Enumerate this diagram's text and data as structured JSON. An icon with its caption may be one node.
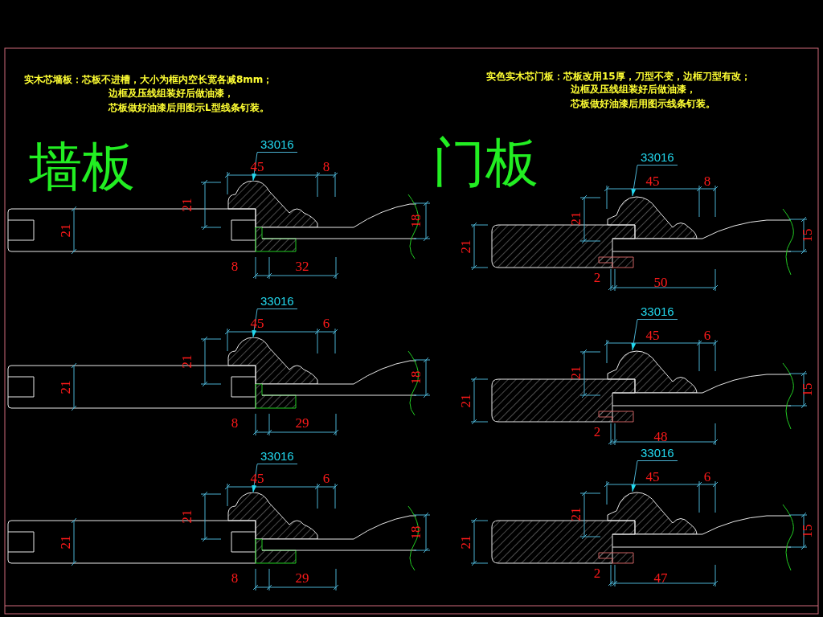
{
  "diagram": {
    "nodes": [
      {
        "text": [
          "33016"
        ]
      },
      {
        "text": [],
        "shape": "picture"
      },
      {
        "text": [
          "33016"
        ]
      },
      {
        "text": [],
        "shape": "picture"
      },
      {
        "text": [
          "33016"
        ]
      },
      {
        "text": [],
        "shape": "picture"
      },
      {
        "text": [
          "33016"
        ]
      },
      {
        "text": [],
        "shape": "picture"
      },
      {
        "text": [
          "33016"
        ]
      },
      {
        "text": [],
        "shape": "picture"
      },
      {
        "text": [
          "33016"
        ]
      },
      {
        "text": [],
        "shape": "picture"
      }
    ],
    "edges": [
      {
        "from": 0,
        "to": 1,
        "arrow": "to"
      },
      {
        "from": 2,
        "to": 3,
        "arrow": "to"
      },
      {
        "from": 4,
        "to": 5,
        "arrow": "to"
      },
      {
        "from": 6,
        "to": 7,
        "arrow": "to"
      },
      {
        "from": 8,
        "to": 9,
        "arrow": "to"
      },
      {
        "from": 10,
        "to": 11,
        "arrow": "to"
      }
    ],
    "labels": [
      "实木芯墙板：芯板不进槽，大小为框内空长宽各减8mm；",
      "边框及压线组装好后做油漆，",
      "芯板做好油漆后用图示L型线条钉装。",
      "实色实木芯门板：芯板改用15厚，刀型不变，边框刀型有改；",
      "边框及压线组装好后做油漆，",
      "芯板做好油漆后用图示线条钉装。",
      "墙板",
      "门板",
      "45",
      "8",
      "21",
      "21",
      "18",
      "8",
      "32",
      "45",
      "6",
      "21",
      "21",
      "18",
      "8",
      "29",
      "45",
      "6",
      "21",
      "21",
      "18",
      "8",
      "29",
      "45",
      "8",
      "21",
      "21",
      "15",
      "2",
      "50",
      "45",
      "6",
      "21",
      "21",
      "15",
      "2",
      "48",
      "45",
      "6",
      "21",
      "21",
      "15",
      "2",
      "47"
    ]
  }
}
